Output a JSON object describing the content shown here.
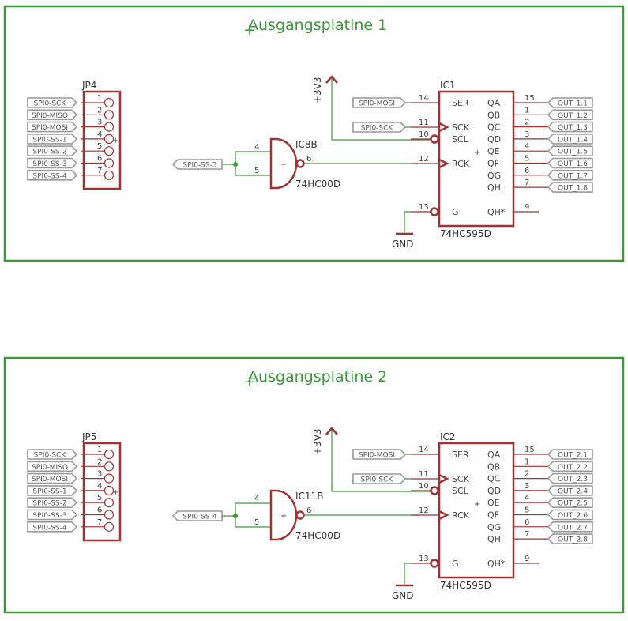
{
  "sheets": [
    {
      "title": "Ausgangsplatine 1",
      "connector": {
        "name": "JP4",
        "pins": [
          "1",
          "2",
          "3",
          "4",
          "5",
          "6",
          "7"
        ],
        "labels": [
          "SPI0-SCK",
          "SPI0-MISO",
          "SPI0-MOSI",
          "SPI0-SS-1",
          "SPI0-SS-2",
          "SPI0-SS-3",
          "SPI0-SS-4"
        ]
      },
      "gate": {
        "name": "IC8B",
        "value": "74HC00D",
        "in1": "4",
        "in2": "5",
        "out": "6",
        "sym": "+",
        "input_label": "SPI0-SS-3"
      },
      "supply": "+3V3",
      "ground": "GND",
      "ic": {
        "name": "IC1",
        "value": "74HC595D",
        "sym": "+",
        "left_pins": [
          {
            "num": "14",
            "name": "SER",
            "net": "SPI0-MOSI"
          },
          {
            "num": "11",
            "name": "SCK",
            "net": "SPI0-SCK"
          },
          {
            "num": "10",
            "name": "SCL",
            "net": ""
          },
          {
            "num": "12",
            "name": "RCK",
            "net": ""
          },
          {
            "num": "13",
            "name": "G",
            "net": ""
          }
        ],
        "right_pins": [
          {
            "num": "15",
            "name": "QA",
            "net": "OUT_1.1"
          },
          {
            "num": "1",
            "name": "QB",
            "net": "OUT_1.2"
          },
          {
            "num": "2",
            "name": "QC",
            "net": "OUT_1.3"
          },
          {
            "num": "3",
            "name": "QD",
            "net": "OUT_1.4"
          },
          {
            "num": "4",
            "name": "QE",
            "net": "OUT_1.5"
          },
          {
            "num": "5",
            "name": "QF",
            "net": "OUT_1.6"
          },
          {
            "num": "6",
            "name": "QG",
            "net": "OUT_1.7"
          },
          {
            "num": "7",
            "name": "QH",
            "net": "OUT_1.8"
          },
          {
            "num": "9",
            "name": "QH*",
            "net": ""
          }
        ]
      }
    },
    {
      "title": "Ausgangsplatine 2",
      "connector": {
        "name": "JP5",
        "pins": [
          "1",
          "2",
          "3",
          "4",
          "5",
          "6",
          "7"
        ],
        "labels": [
          "SPI0-SCK",
          "SPI0-MISO",
          "SPI0-MOSI",
          "SPI0-SS-1",
          "SPI0-SS-2",
          "SPI0-SS-3",
          "SPI0-SS-4"
        ]
      },
      "gate": {
        "name": "IC11B",
        "value": "74HC00D",
        "in1": "4",
        "in2": "5",
        "out": "6",
        "sym": "+",
        "input_label": "SPI0-SS-4"
      },
      "supply": "+3V3",
      "ground": "GND",
      "ic": {
        "name": "IC2",
        "value": "74HC595D",
        "sym": "+",
        "left_pins": [
          {
            "num": "14",
            "name": "SER",
            "net": "SPI0-MOSI"
          },
          {
            "num": "11",
            "name": "SCK",
            "net": "SPI0-SCK"
          },
          {
            "num": "10",
            "name": "SCL",
            "net": ""
          },
          {
            "num": "12",
            "name": "RCK",
            "net": ""
          },
          {
            "num": "13",
            "name": "G",
            "net": ""
          }
        ],
        "right_pins": [
          {
            "num": "15",
            "name": "QA",
            "net": "OUT_2.1"
          },
          {
            "num": "1",
            "name": "QB",
            "net": "OUT_2.2"
          },
          {
            "num": "2",
            "name": "QC",
            "net": "OUT_2.3"
          },
          {
            "num": "3",
            "name": "QD",
            "net": "OUT_2.4"
          },
          {
            "num": "4",
            "name": "QE",
            "net": "OUT_2.5"
          },
          {
            "num": "5",
            "name": "QF",
            "net": "OUT_2.6"
          },
          {
            "num": "6",
            "name": "QG",
            "net": "OUT_2.7"
          },
          {
            "num": "7",
            "name": "QH",
            "net": "OUT_2.8"
          },
          {
            "num": "9",
            "name": "QH*",
            "net": ""
          }
        ]
      }
    }
  ]
}
